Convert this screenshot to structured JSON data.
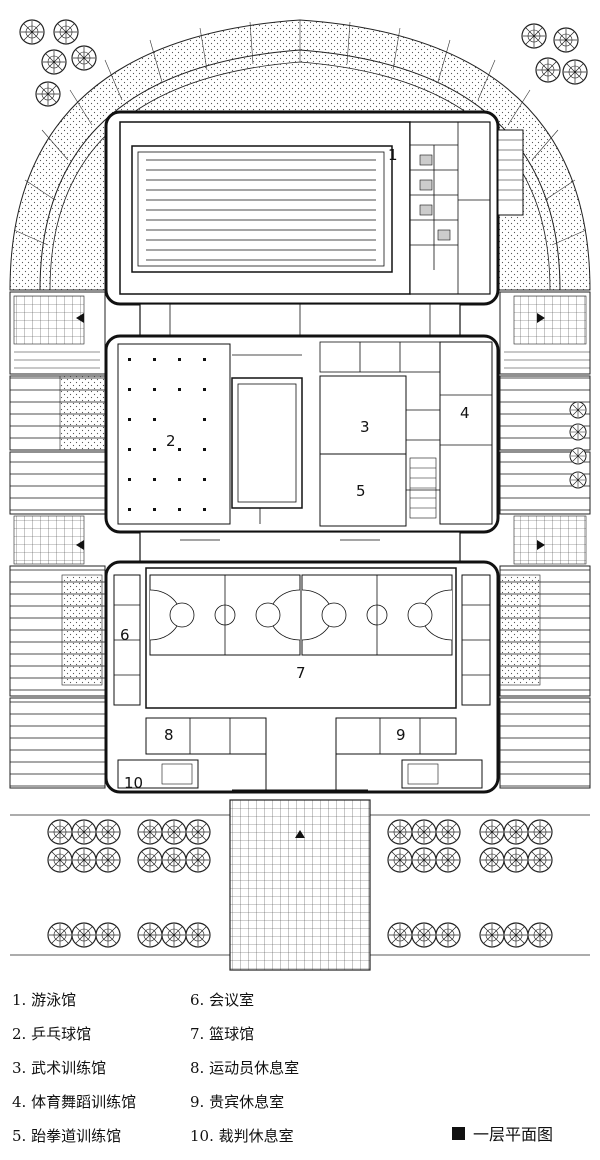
{
  "plan": {
    "room_numbers": [
      "1",
      "2",
      "3",
      "4",
      "5",
      "6",
      "7",
      "8",
      "9",
      "10"
    ]
  },
  "legend": {
    "items": [
      "1. 游泳馆",
      "2. 乒乓球馆",
      "3. 武术训练馆",
      "4. 体育舞蹈训练馆",
      "5. 跆拳道训练馆",
      "6. 会议室",
      "7. 篮球馆",
      "8. 运动员休息室",
      "9. 贵宾休息室",
      "10. 裁判休息室"
    ],
    "title": "一层平面图"
  }
}
